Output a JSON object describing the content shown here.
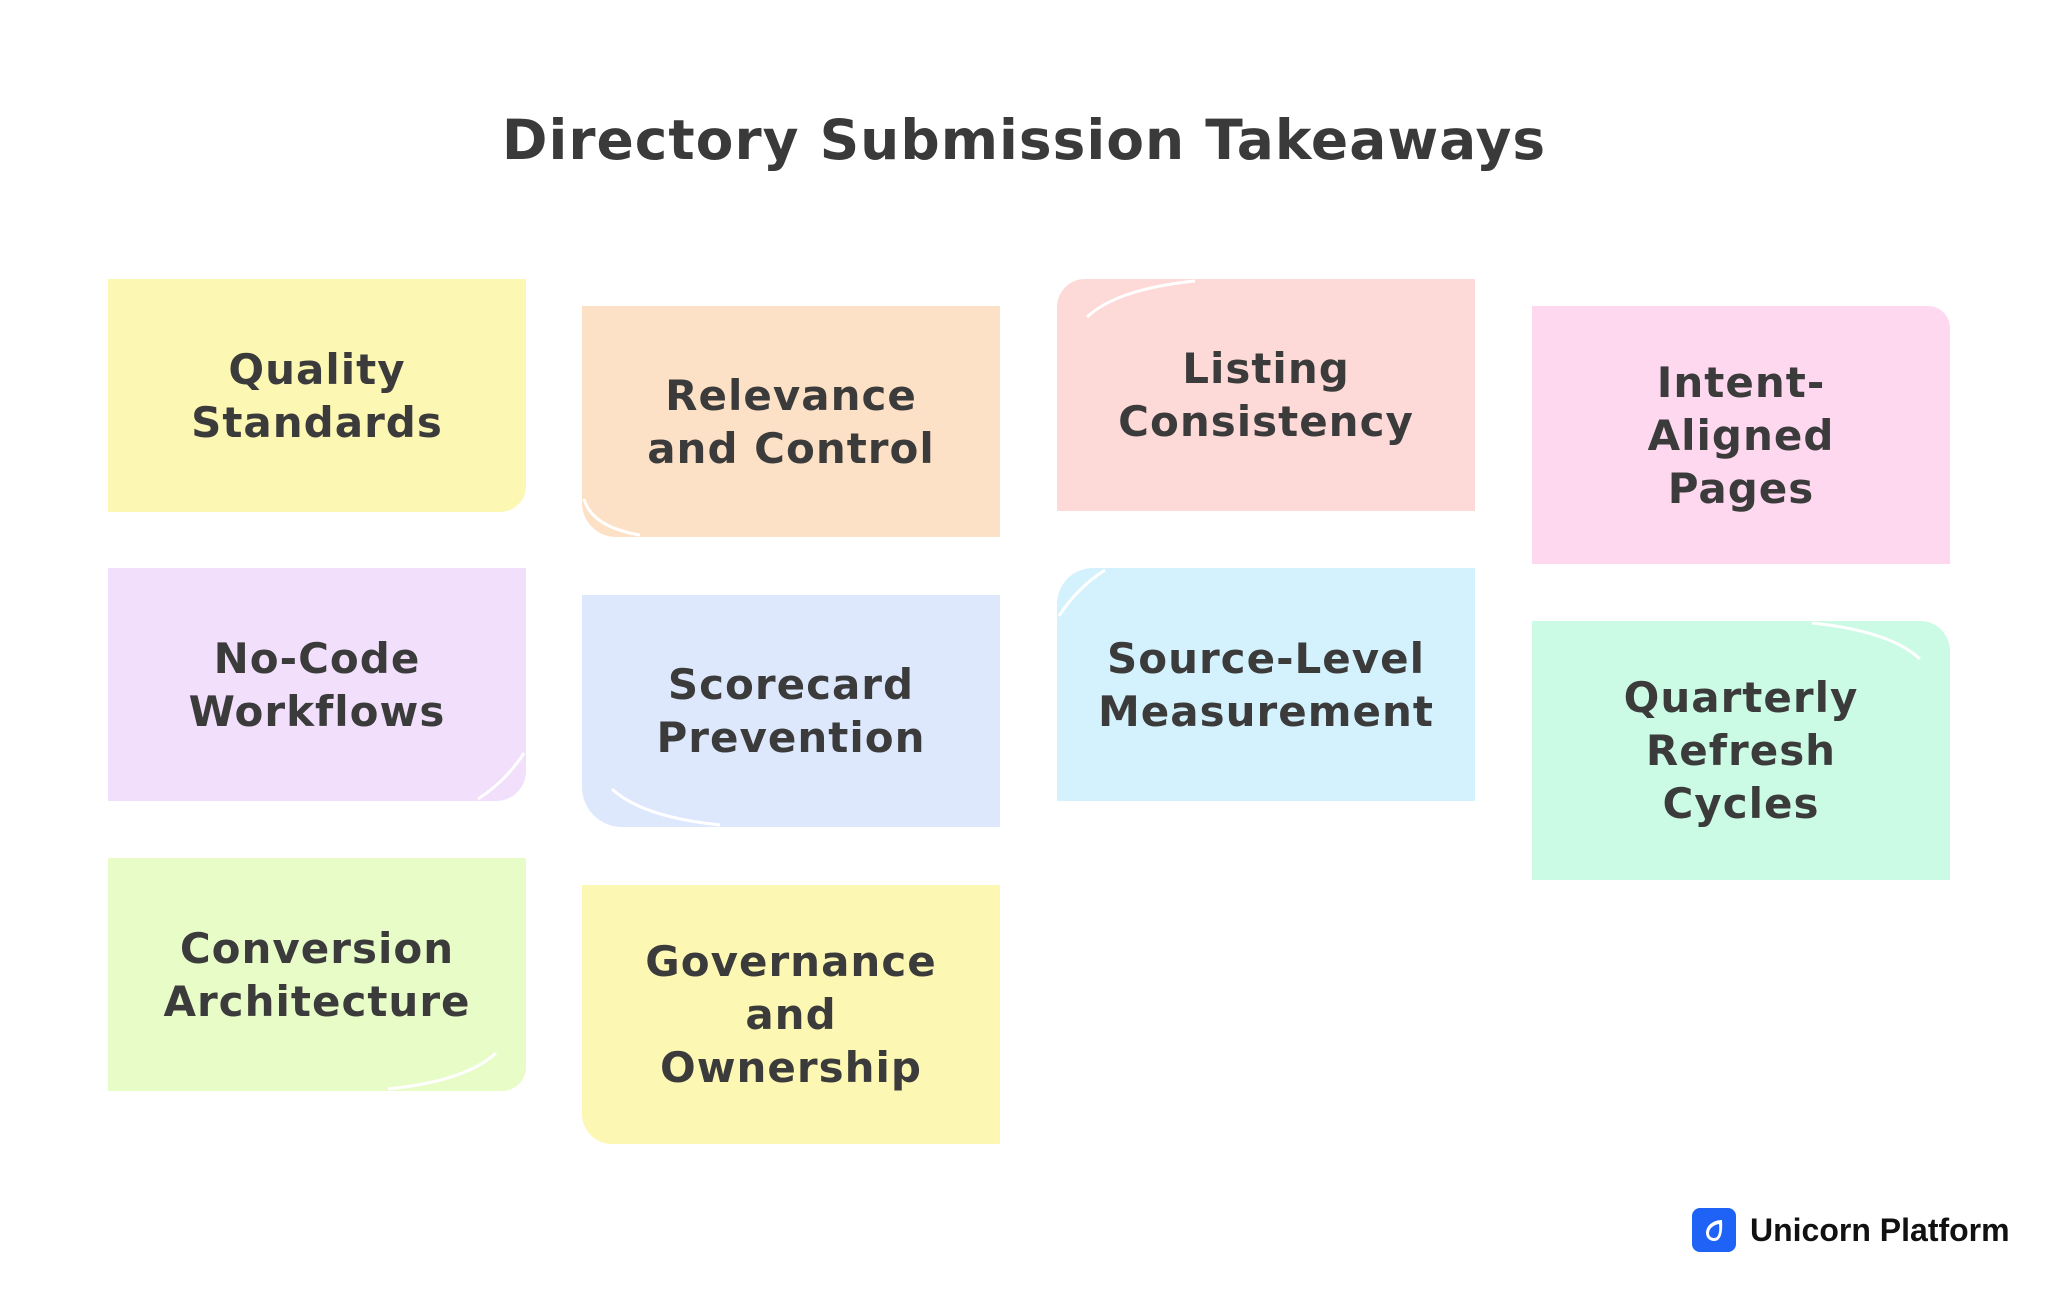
{
  "title": "Directory Submission Takeaways",
  "notes": [
    {
      "id": "quality-standards",
      "label": "Quality\nStandards",
      "color": "#fdf7b4"
    },
    {
      "id": "relevance-control",
      "label": "Relevance\nand Control",
      "color": "#fde1c6"
    },
    {
      "id": "listing-consistency",
      "label": "Listing\nConsistency",
      "color": "#fddad8"
    },
    {
      "id": "intent-aligned-pages",
      "label": "Intent-\nAligned\nPages",
      "color": "#fdd8ef"
    },
    {
      "id": "no-code-workflows",
      "label": "No-Code\nWorkflows",
      "color": "#f1dffb"
    },
    {
      "id": "scorecard-prevention",
      "label": "Scorecard\nPrevention",
      "color": "#dde8fd"
    },
    {
      "id": "source-level-measurement",
      "label": "Source-Level\nMeasurement",
      "color": "#d4f2fd"
    },
    {
      "id": "quarterly-refresh-cycles",
      "label": "Quarterly\nRefresh\nCycles",
      "color": "#cbfbe4"
    },
    {
      "id": "conversion-architecture",
      "label": "Conversion\nArchitecture",
      "color": "#e8fcc8"
    },
    {
      "id": "governance-ownership",
      "label": "Governance\nand\nOwnership",
      "color": "#fdf7b4"
    }
  ],
  "brand": {
    "name": "Unicorn Platform",
    "icon": "unicorn-platform-logo-icon",
    "color": "#1e63f5"
  }
}
